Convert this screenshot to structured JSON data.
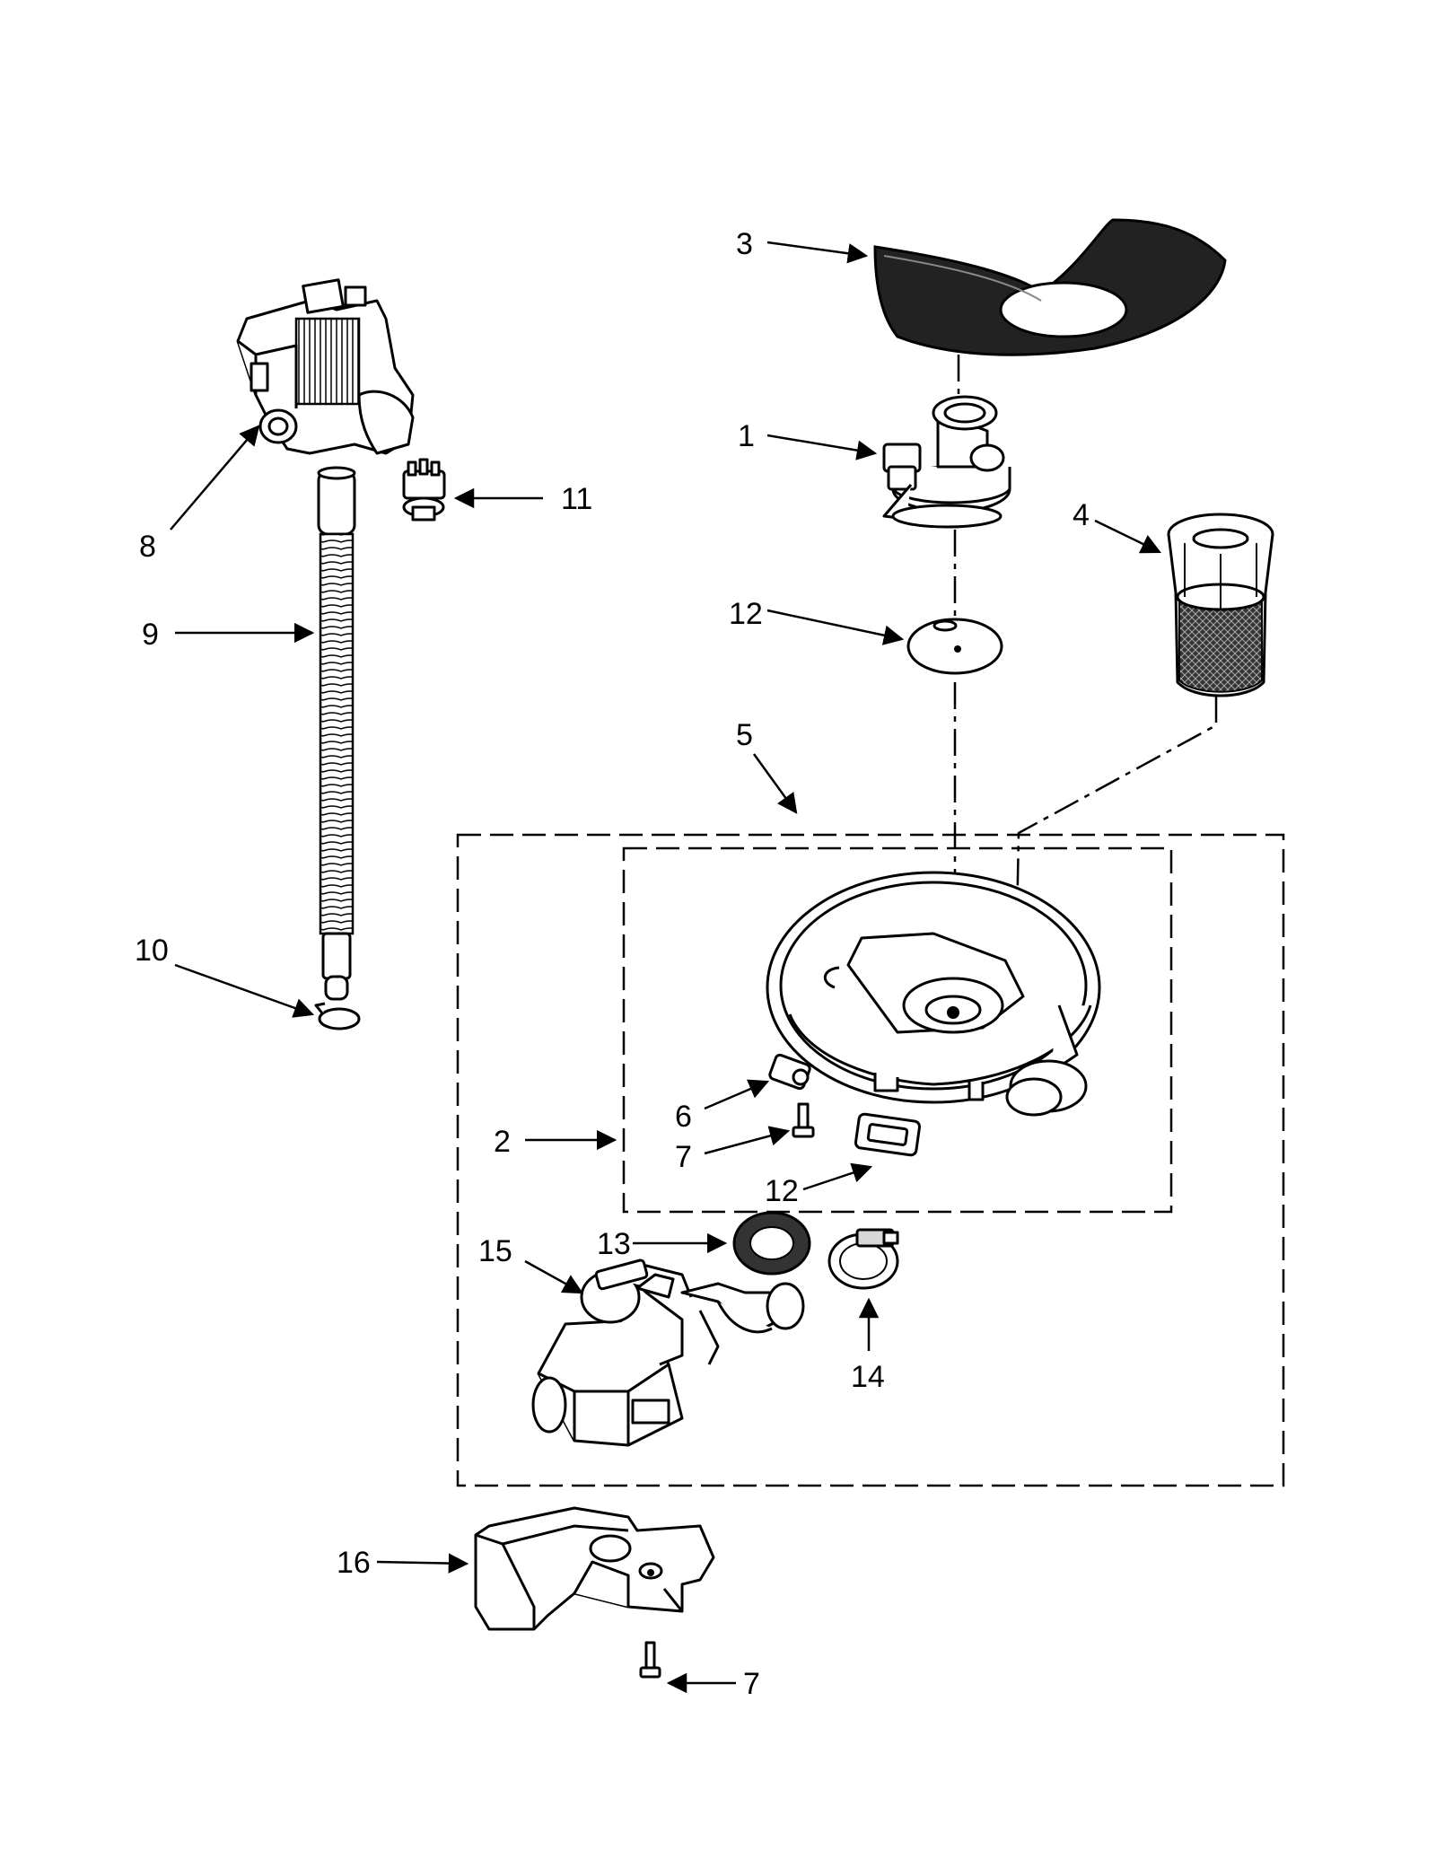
{
  "callouts": {
    "c1": "1",
    "c2": "2",
    "c3": "3",
    "c4": "4",
    "c5": "5",
    "c6": "6",
    "c7a": "7",
    "c7b": "7",
    "c8": "8",
    "c9": "9",
    "c10": "10",
    "c11": "11",
    "c12a": "12",
    "c12b": "12",
    "c13": "13",
    "c14": "14",
    "c15": "15",
    "c16": "16"
  },
  "colors": {
    "line": "#000000",
    "background": "#ffffff",
    "filter_mesh": "#222222"
  }
}
